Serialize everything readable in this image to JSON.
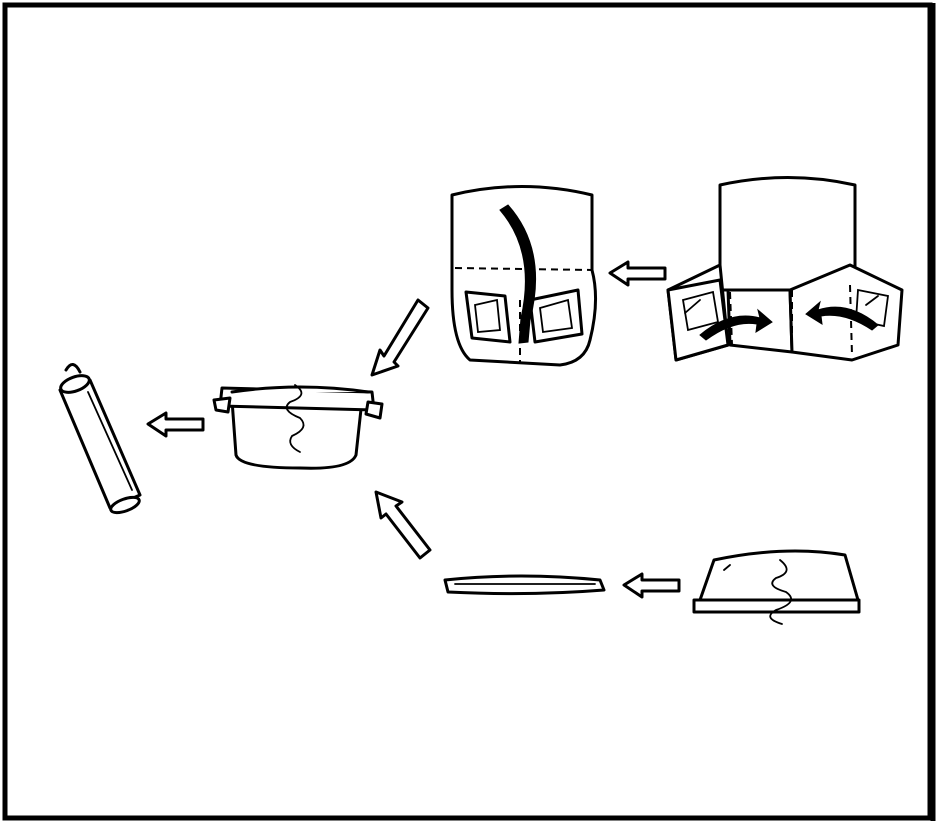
{
  "diagram": {
    "steps": [
      "step-1-unfolded-wrap",
      "step-2-wrap-sides-folded",
      "step-3-wrapped-bowl",
      "step-4-tied-bowl-package",
      "step-5-flat-tray-with-tie",
      "step-6-flat-tray-side-view",
      "step-7-rolled-tube"
    ],
    "colors": {
      "ink": "#000000",
      "paper": "#ffffff"
    }
  }
}
